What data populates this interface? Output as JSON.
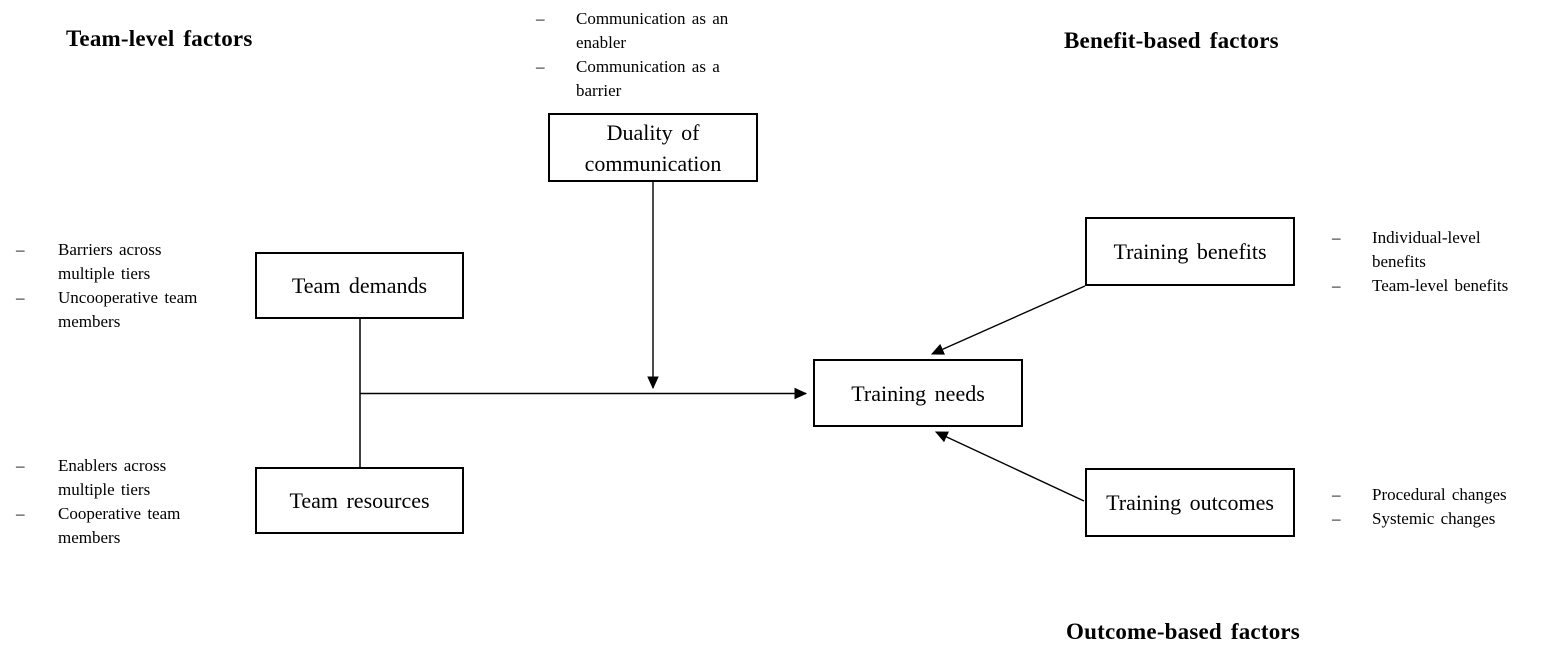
{
  "headings": {
    "team_level": "Team-level factors",
    "benefit_based": "Benefit-based factors",
    "outcome_based": "Outcome-based factors"
  },
  "nodes": {
    "duality_of_communication": "Duality of communication",
    "team_demands": "Team demands",
    "team_resources": "Team resources",
    "training_needs": "Training needs",
    "training_benefits": "Training benefits",
    "training_outcomes": "Training outcomes"
  },
  "bullet_char": "–",
  "lists": {
    "communication": {
      "items": [
        "Communication as an enabler",
        "Communication as a barrier"
      ]
    },
    "team_demands": {
      "items": [
        "Barriers across multiple tiers",
        "Uncooperative team members"
      ]
    },
    "team_resources": {
      "items": [
        "Enablers across multiple tiers",
        "Cooperative team members"
      ]
    },
    "training_benefits": {
      "items": [
        "Individual-level benefits",
        "Team-level benefits"
      ]
    },
    "training_outcomes": {
      "items": [
        "Procedural changes",
        "Systemic changes"
      ]
    }
  },
  "colors": {
    "line": "#000000",
    "background": "#ffffff",
    "text": "#000000"
  }
}
